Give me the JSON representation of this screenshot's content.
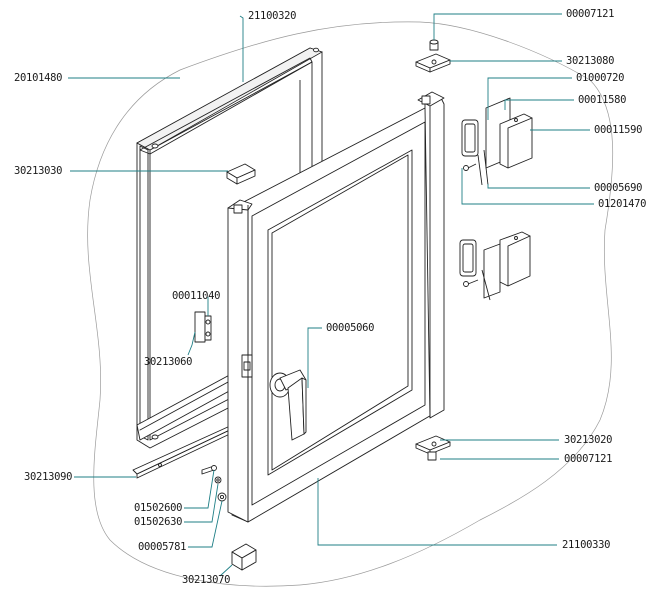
{
  "diagram": {
    "labels": {
      "p00007121_top": "00007121",
      "p21100320": "21100320",
      "p20101480": "20101480",
      "p30213080": "30213080",
      "p01000720": "01000720",
      "p00011580": "00011580",
      "p00011590": "00011590",
      "p30213030": "30213030",
      "p00005690": "00005690",
      "p01201470": "01201470",
      "p00011040": "00011040",
      "p00005060": "00005060",
      "p30213060": "30213060",
      "p30213020": "30213020",
      "p00007121_bot": "00007121",
      "p30213090": "30213090",
      "p01502600": "01502600",
      "p01502630": "01502630",
      "p00005781": "00005781",
      "p21100330": "21100330",
      "p30213070": "30213070"
    },
    "colors": {
      "leader": "#1f7f86",
      "line": "#222222",
      "outline": "#999999"
    }
  }
}
